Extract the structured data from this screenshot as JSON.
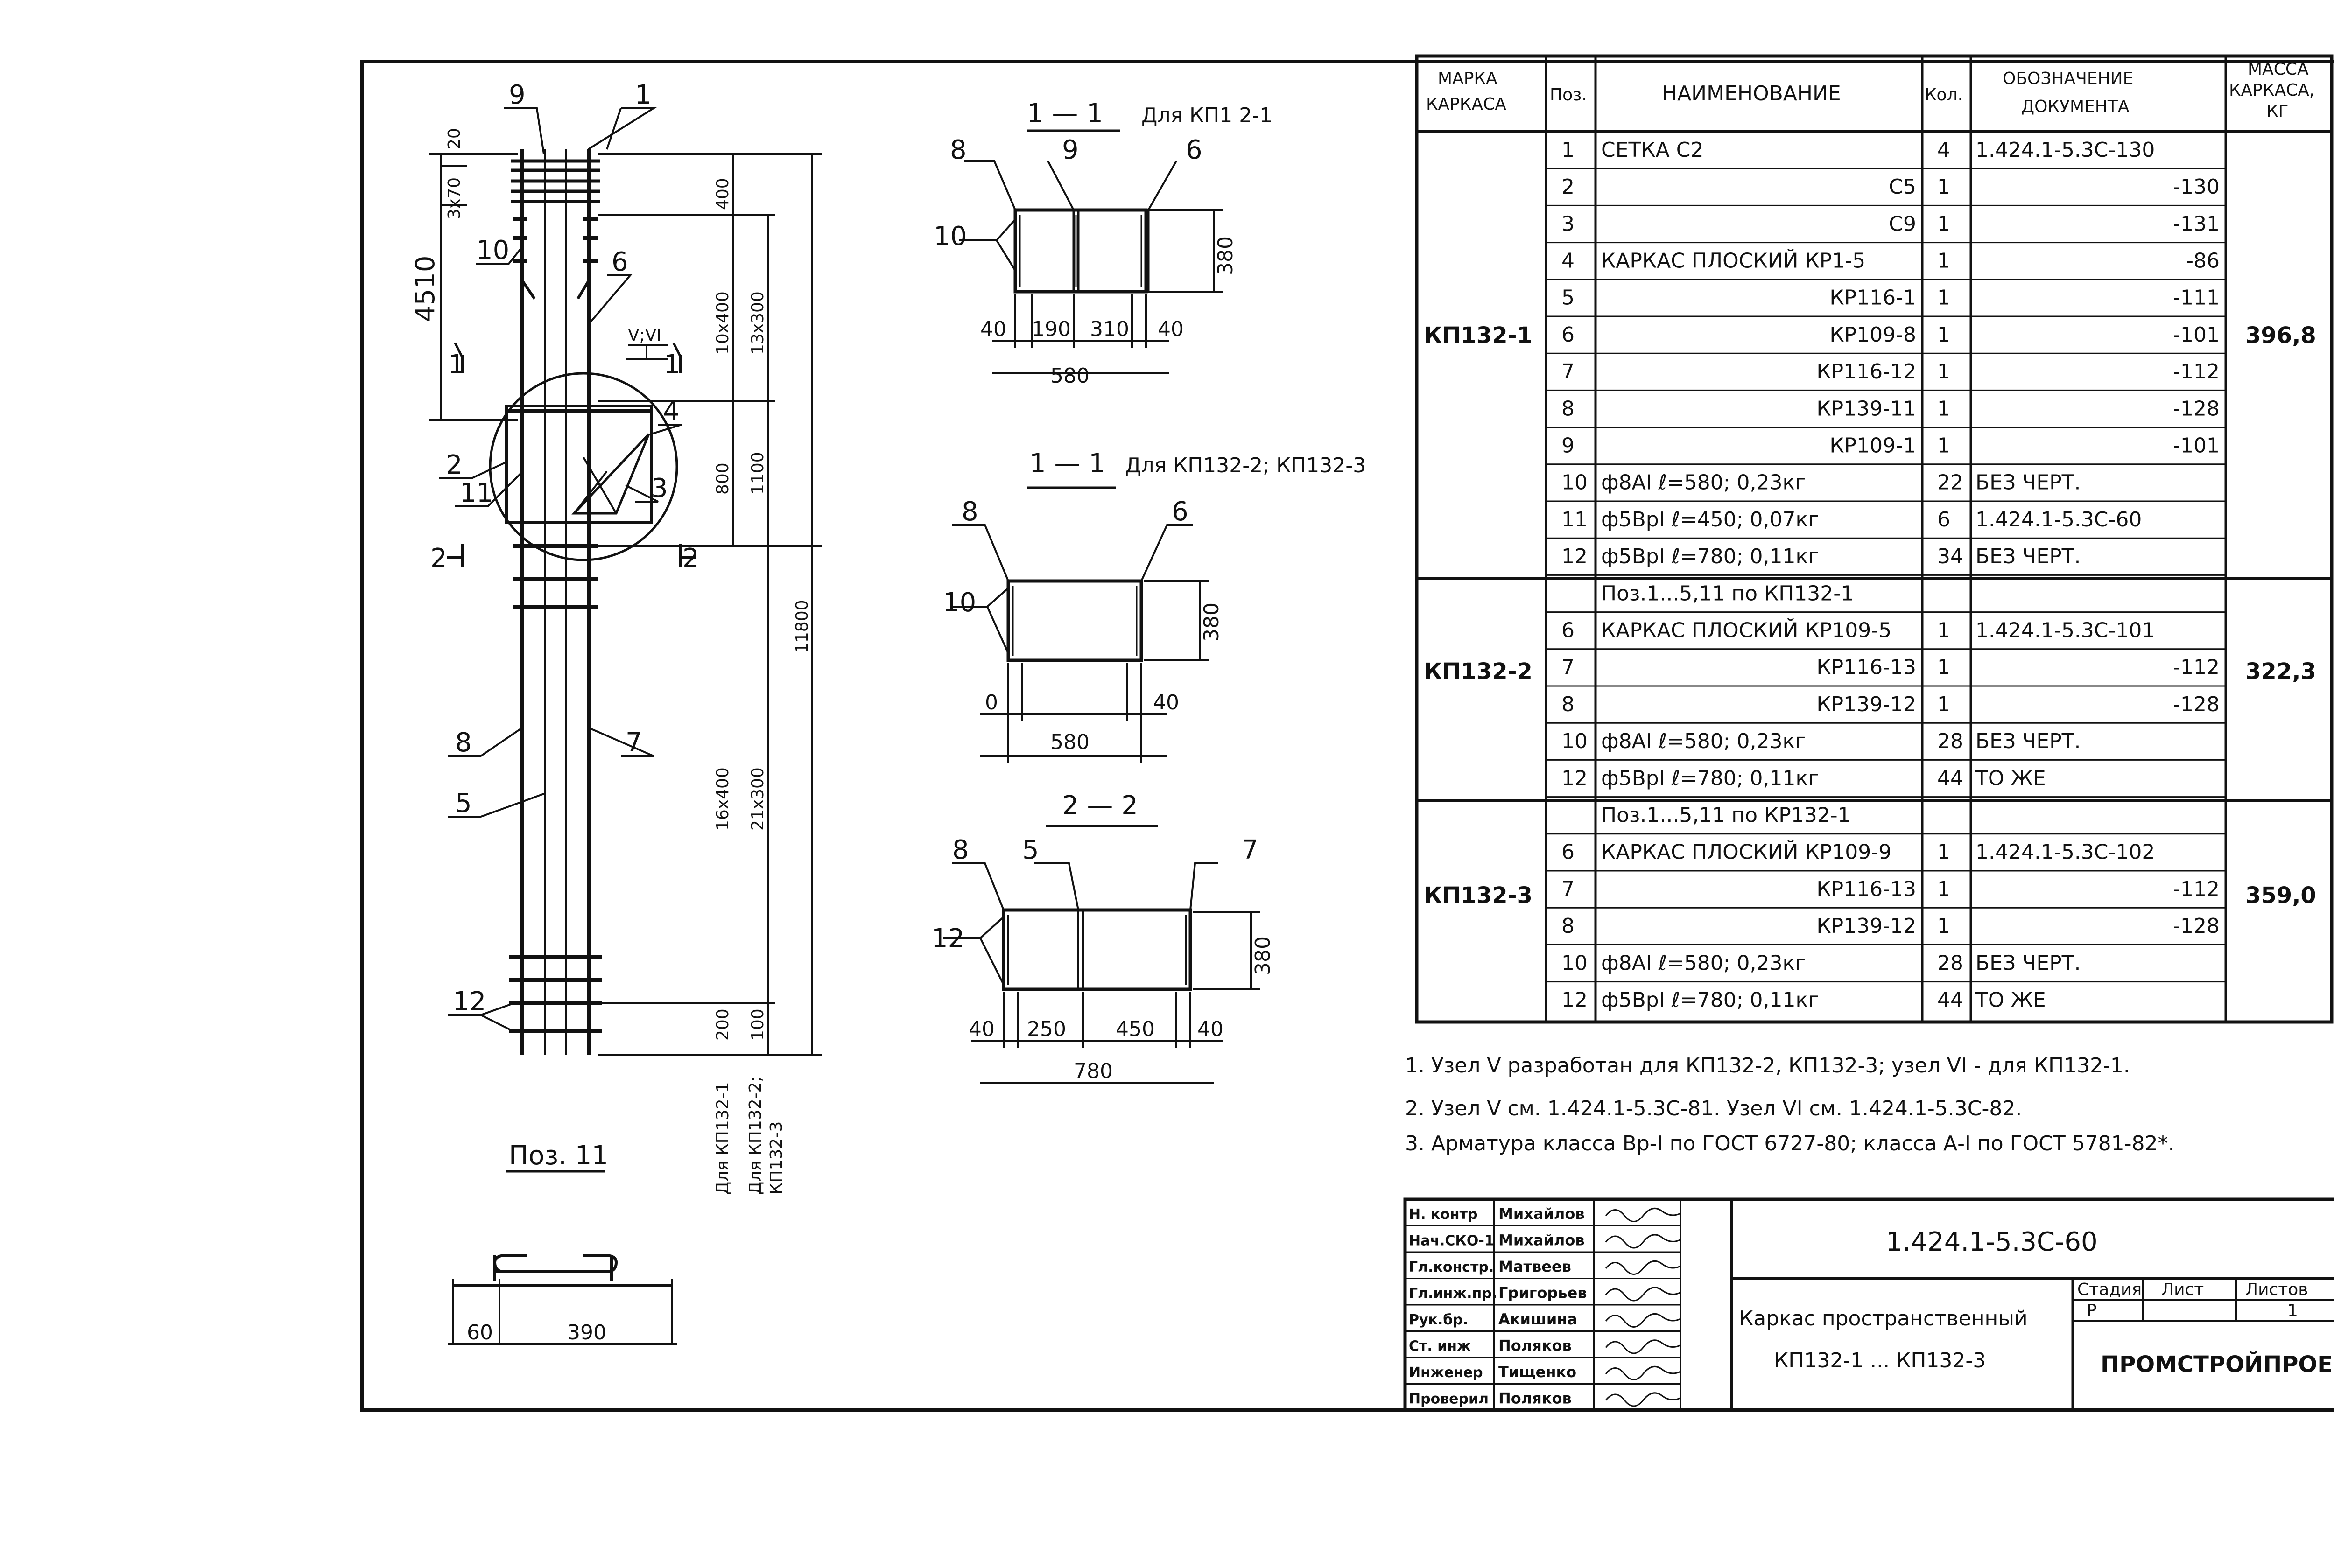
{
  "sections": {
    "s11a_title": "1 — 1",
    "s11a_sub": "Для КП1 2-1",
    "s11b_title": "1 — 1",
    "s11b_sub": "Для КП132-2; КП132-3",
    "s22_title": "2 — 2",
    "pos11_title": "Поз. 11"
  },
  "column": {
    "callouts": [
      "9",
      "1",
      "10",
      "6",
      "2",
      "11",
      "4",
      "3",
      "8",
      "7",
      "5",
      "12"
    ],
    "node_label": "V;VI",
    "cut1_left": "1",
    "cut1_right": "1",
    "cut2_left": "2",
    "cut2_right": "2",
    "dims": {
      "d20": "20",
      "d3x70": "3х70",
      "d4510": "4510",
      "d400": "400",
      "d10x400": "10х400",
      "d13x300": "13х300",
      "d800": "800",
      "d1100": "1100",
      "d11800": "11800",
      "d16x400": "16х400",
      "d21x300": "21х300",
      "d200": "200",
      "d100": "100"
    },
    "for1": "Для КП132-1",
    "for2": "Для КП132-2;",
    "for3": "КП132-3"
  },
  "sec11a": {
    "c8": "8",
    "c9": "9",
    "c6": "6",
    "c10": "10",
    "h380": "380",
    "d40a": "40",
    "d190": "190",
    "d310": "310",
    "d40b": "40",
    "d580": "580"
  },
  "sec11b": {
    "c8": "8",
    "c6": "6",
    "c10": "10",
    "h380": "380",
    "d0": "0",
    "d40": "40",
    "d580": "580"
  },
  "sec22": {
    "c8": "8",
    "c5": "5",
    "c7": "7",
    "c12": "12",
    "h380": "380",
    "d40a": "40",
    "d250": "250",
    "d450": "450",
    "d40b": "40",
    "d780": "780"
  },
  "pos11": {
    "d60": "60",
    "d390": "390"
  },
  "spec": {
    "headers": [
      "МАРКА КАРКАСА",
      "Поз.",
      "НАИМЕНОВАНИЕ",
      "Кол.",
      "ОБОЗНАЧЕНИЕ ДОКУМЕНТА",
      "МАССА КАРКАСА, КГ"
    ],
    "h_marka_1": "МАРКА",
    "h_marka_2": "КАРКАСА",
    "h_oboz_1": "ОБОЗНАЧЕНИЕ",
    "h_oboz_2": "ДОКУМЕНТА",
    "h_massa_1": "МАССА",
    "h_massa_2": "КАРКАСА,",
    "h_massa_3": "КГ",
    "groups": [
      {
        "mark": "КП132-1",
        "mass": "396,8"
      },
      {
        "mark": "КП132-2",
        "mass": "322,3"
      },
      {
        "mark": "КП132-3",
        "mass": "359,0"
      }
    ],
    "rows": [
      [
        "1",
        "СЕТКА    С2",
        "4",
        "1.424.1-5.3С-130"
      ],
      [
        "2",
        "С5",
        "1",
        "-130"
      ],
      [
        "3",
        "С9",
        "1",
        "-131"
      ],
      [
        "4",
        "КАРКАС  ПЛОСКИЙ КР1-5",
        "1",
        "-86"
      ],
      [
        "5",
        "КР116-1",
        "1",
        "-111"
      ],
      [
        "6",
        "КР109-8",
        "1",
        "-101"
      ],
      [
        "7",
        "КР116-12",
        "1",
        "-112"
      ],
      [
        "8",
        "КР139-11",
        "1",
        "-128"
      ],
      [
        "9",
        "КР109-1",
        "1",
        "-101"
      ],
      [
        "10",
        "ф8АI   ℓ=580;  0,23кг",
        "22",
        "БЕЗ  ЧЕРТ."
      ],
      [
        "11",
        "ф5ВрI  ℓ=450;  0,07кг",
        "6",
        "1.424.1-5.3С-60"
      ],
      [
        "12",
        "ф5ВрI  ℓ=780;  0,11кг",
        "34",
        "БЕЗ  ЧЕРТ."
      ],
      [
        "",
        "Поз.1...5,11  по КП132-1",
        "",
        ""
      ],
      [
        "6",
        "КАРКАС  ПЛОСКИЙ КР109-5",
        "1",
        "1.424.1-5.3С-101"
      ],
      [
        "7",
        "КР116-13",
        "1",
        "-112"
      ],
      [
        "8",
        "КР139-12",
        "1",
        "-128"
      ],
      [
        "10",
        "ф8АI   ℓ=580;  0,23кг",
        "28",
        "БЕЗ  ЧЕРТ."
      ],
      [
        "12",
        "ф5ВрI  ℓ=780;  0,11кг",
        "44",
        "ТО  ЖЕ"
      ],
      [
        "",
        "Поз.1...5,11  по КР132-1",
        "",
        ""
      ],
      [
        "6",
        "КАРКАС  ПЛОСКИЙ  КР109-9",
        "1",
        "1.424.1-5.3С-102"
      ],
      [
        "7",
        "КР116-13",
        "1",
        "-112"
      ],
      [
        "8",
        "КР139-12",
        "1",
        "-128"
      ],
      [
        "10",
        "ф8АI   ℓ=580;  0,23кг",
        "28",
        "БЕЗ  ЧЕРТ."
      ],
      [
        "12",
        "ф5ВрI  ℓ=780;  0,11кг",
        "44",
        "ТО  ЖЕ"
      ]
    ]
  },
  "notes": [
    "1.  Узел V разработан для КП132-2, КП132-3; узел VI - для КП132-1.",
    "2.  Узел V см. 1.424.1-5.3С-81.   Узел VI см. 1.424.1-5.3С-82.",
    "3.  Арматура класса Вр-I по ГОСТ 6727-80; класса А-I по ГОСТ 5781-82*."
  ],
  "title_block": {
    "doc_code": "1.424.1-5.3С-60",
    "title_1": "Каркас пространственный",
    "title_2": "КП132-1 ... КП132-3",
    "stage_h": "Стадия",
    "sheet_h": "Лист",
    "sheets_h": "Листов",
    "stage": "Р",
    "sheets": "1",
    "org": "ПРОМСТРОЙПРОЕКТ",
    "signers": [
      [
        "Н. контр",
        "Михайлов"
      ],
      [
        "Нач.СКО-1",
        "Михайлов"
      ],
      [
        "Гл.констр.",
        "Матвеев"
      ],
      [
        "Гл.инж.пр.",
        "Григорьев"
      ],
      [
        "Рук.бр.",
        "Акишина"
      ],
      [
        "Ст. инж",
        "Поляков"
      ],
      [
        "Инженер",
        "Тищенко"
      ],
      [
        "Проверил",
        "Поляков"
      ]
    ]
  }
}
